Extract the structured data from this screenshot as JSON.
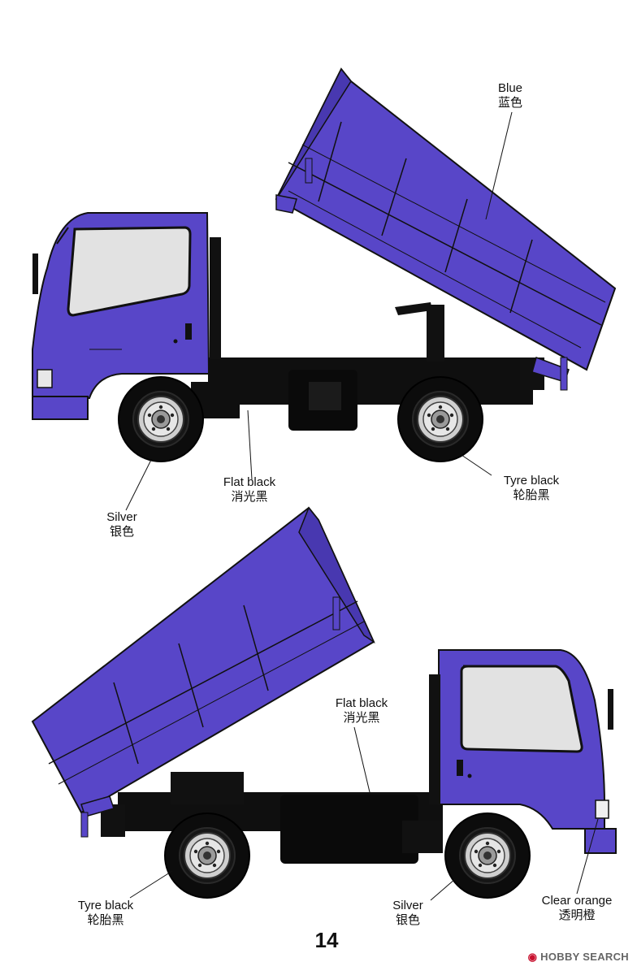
{
  "page_number": "14",
  "watermark": "HOBBY SEARCH",
  "colors": {
    "body_blue": "#5846c8",
    "flat_black": "#111111",
    "window_grey": "#e2e2e2",
    "silver": "#c8c8c8",
    "clear_orange": "#f0f0f0"
  },
  "top_view": {
    "blue": {
      "en": "Blue",
      "zh": "蓝色"
    },
    "flat_black": {
      "en": "Flat black",
      "zh": "消光黑"
    },
    "tyre_black": {
      "en": "Tyre black",
      "zh": "轮胎黑"
    },
    "silver": {
      "en": "Silver",
      "zh": "银色"
    }
  },
  "bottom_view": {
    "flat_black": {
      "en": "Flat black",
      "zh": "消光黑"
    },
    "tyre_black": {
      "en": "Tyre black",
      "zh": "轮胎黑"
    },
    "silver": {
      "en": "Silver",
      "zh": "银色"
    },
    "clear_orange": {
      "en": "Clear orange",
      "zh": "透明橙"
    }
  }
}
